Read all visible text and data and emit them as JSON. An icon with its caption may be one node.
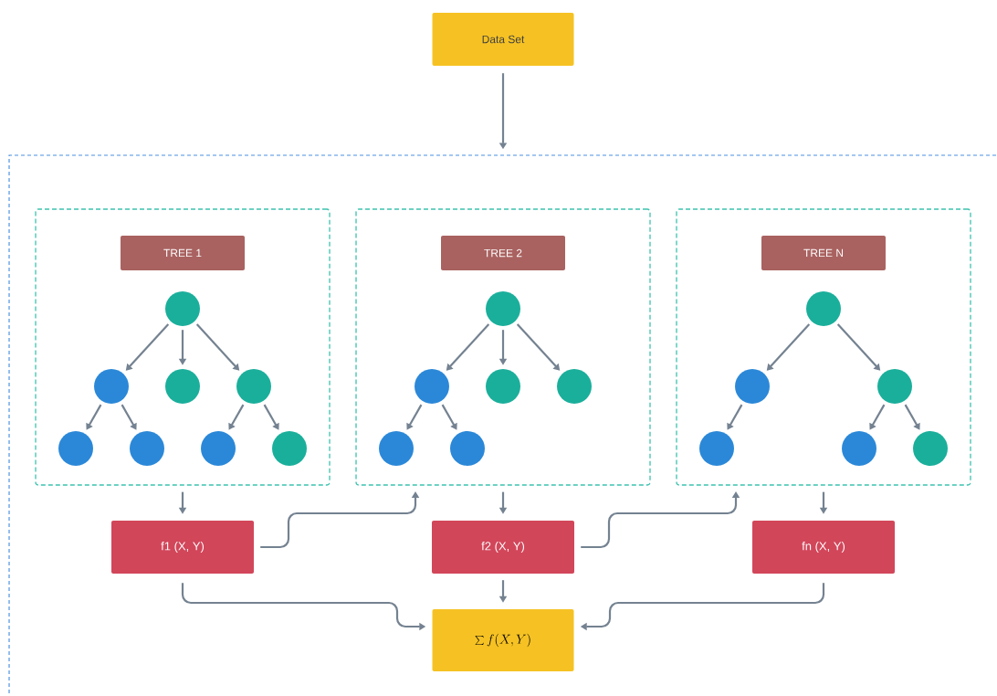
{
  "diagram": {
    "nodes": [
      {
        "text": [
          "Data Set"
        ]
      },
      {
        "text": [],
        "shape": "box"
      },
      {
        "text": [],
        "shape": "box",
        "in": 1
      },
      {
        "text": [
          "TREE 1"
        ],
        "in": 2
      },
      {
        "text": [],
        "shape": "circle",
        "in": 2
      },
      {
        "text": [],
        "shape": "circle",
        "in": 2
      },
      {
        "text": [],
        "shape": "circle",
        "in": 2
      },
      {
        "text": [],
        "shape": "circle",
        "in": 2
      },
      {
        "text": [],
        "shape": "circle",
        "in": 2
      },
      {
        "text": [],
        "shape": "circle",
        "in": 2
      },
      {
        "text": [],
        "shape": "circle",
        "in": 2
      },
      {
        "text": [],
        "shape": "circle",
        "in": 2
      },
      {
        "text": [],
        "shape": "box",
        "in": 1
      },
      {
        "text": [
          "TREE 2"
        ],
        "in": 12
      },
      {
        "text": [],
        "shape": "circle",
        "in": 12
      },
      {
        "text": [],
        "shape": "circle",
        "in": 12
      },
      {
        "text": [],
        "shape": "circle",
        "in": 12
      },
      {
        "text": [],
        "shape": "circle",
        "in": 12
      },
      {
        "text": [],
        "shape": "circle",
        "in": 12
      },
      {
        "text": [],
        "shape": "circle",
        "in": 12
      },
      {
        "text": [],
        "shape": "box",
        "in": 1
      },
      {
        "text": [
          "TREE N"
        ],
        "in": 20
      },
      {
        "text": [],
        "shape": "circle",
        "in": 20
      },
      {
        "text": [],
        "shape": "circle",
        "in": 20
      },
      {
        "text": [],
        "shape": "circle",
        "in": 20
      },
      {
        "text": [],
        "shape": "circle",
        "in": 20
      },
      {
        "text": [],
        "shape": "circle",
        "in": 20
      },
      {
        "text": [],
        "shape": "circle",
        "in": 20
      },
      {
        "text": [
          "f1 (X, Y)"
        ],
        "in": 1
      },
      {
        "text": [
          "f2 (X, Y)"
        ],
        "in": 1
      },
      {
        "text": [
          "fn (X, Y)"
        ],
        "in": 1
      },
      {
        "text": [
          "\\sum f(X,Y)"
        ],
        "in": 1
      }
    ],
    "edges": [
      {
        "from": 0,
        "to": 1,
        "arrow": "to"
      },
      {
        "from": 4,
        "to": 5,
        "arrow": "to"
      },
      {
        "from": 4,
        "to": 6,
        "arrow": "to"
      },
      {
        "from": 4,
        "to": 7,
        "arrow": "to"
      },
      {
        "from": 5,
        "to": 8,
        "arrow": "to"
      },
      {
        "from": 5,
        "to": 9,
        "arrow": "to"
      },
      {
        "from": 7,
        "to": 10,
        "arrow": "to"
      },
      {
        "from": 7,
        "to": 11,
        "arrow": "to"
      },
      {
        "from": 14,
        "to": 15,
        "arrow": "to"
      },
      {
        "from": 14,
        "to": 16,
        "arrow": "to"
      },
      {
        "from": 14,
        "to": 17,
        "arrow": "to"
      },
      {
        "from": 15,
        "to": 18,
        "arrow": "to"
      },
      {
        "from": 15,
        "to": 19,
        "arrow": "to"
      },
      {
        "from": 22,
        "to": 23,
        "arrow": "to"
      },
      {
        "from": 22,
        "to": 24,
        "arrow": "to"
      },
      {
        "from": 23,
        "to": 25,
        "arrow": "to"
      },
      {
        "from": 24,
        "to": 26,
        "arrow": "to"
      },
      {
        "from": 24,
        "to": 27,
        "arrow": "to"
      },
      {
        "from": 2,
        "to": 28,
        "arrow": "to"
      },
      {
        "from": 12,
        "to": 29,
        "arrow": "to"
      },
      {
        "from": 20,
        "to": 30,
        "arrow": "to"
      },
      {
        "from": 28,
        "to": 12,
        "arrow": "to"
      },
      {
        "from": 29,
        "to": 20,
        "arrow": "to"
      },
      {
        "from": 28,
        "to": 31,
        "arrow": "to"
      },
      {
        "from": 29,
        "to": 31,
        "arrow": "to"
      },
      {
        "from": 30,
        "to": 31,
        "arrow": "to"
      }
    ]
  }
}
